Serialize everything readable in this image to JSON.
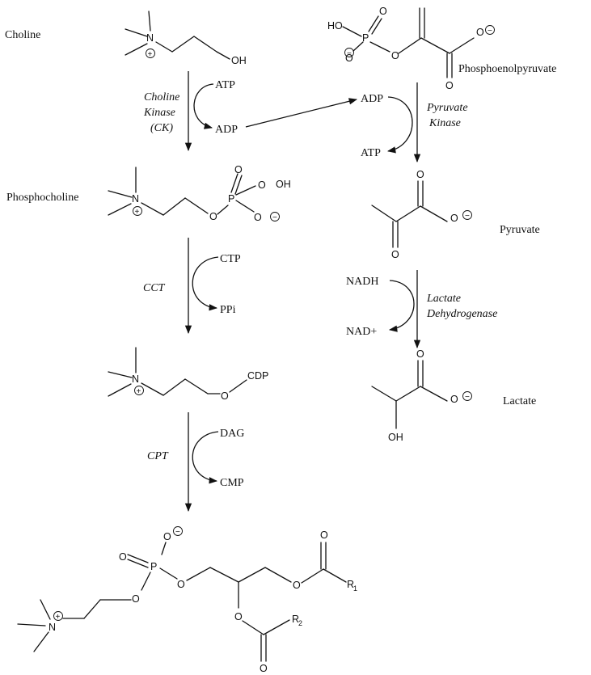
{
  "metabolites": {
    "choline": "Choline",
    "phosphocholine": "Phosphocholine",
    "phosphoenolpyruvate": "Phosphoenolpyruvate",
    "pyruvate": "Pyruvate",
    "lactate": "Lactate"
  },
  "enzymes": {
    "ck_line1": "Choline",
    "ck_line2": "Kinase",
    "ck_line3": "(CK)",
    "pk_line1": "Pyruvate",
    "pk_line2": "Kinase",
    "ldh_line1": "Lactate",
    "ldh_line2": "Dehydrogenase",
    "cct": "CCT",
    "cpt": "CPT"
  },
  "cofactors": {
    "atp_in": "ATP",
    "adp_out": "ADP",
    "adp_in": "ADP",
    "atp_out": "ATP",
    "ctp": "CTP",
    "ppi": "PPi",
    "dag": "DAG",
    "cmp": "CMP",
    "nadh": "NADH",
    "nad": "NAD+"
  },
  "atoms": {
    "N": "N",
    "O": "O",
    "P": "P",
    "OH": "OH",
    "HO": "HO",
    "CDP": "CDP",
    "R": "R",
    "sub1": "1",
    "sub2": "2"
  }
}
